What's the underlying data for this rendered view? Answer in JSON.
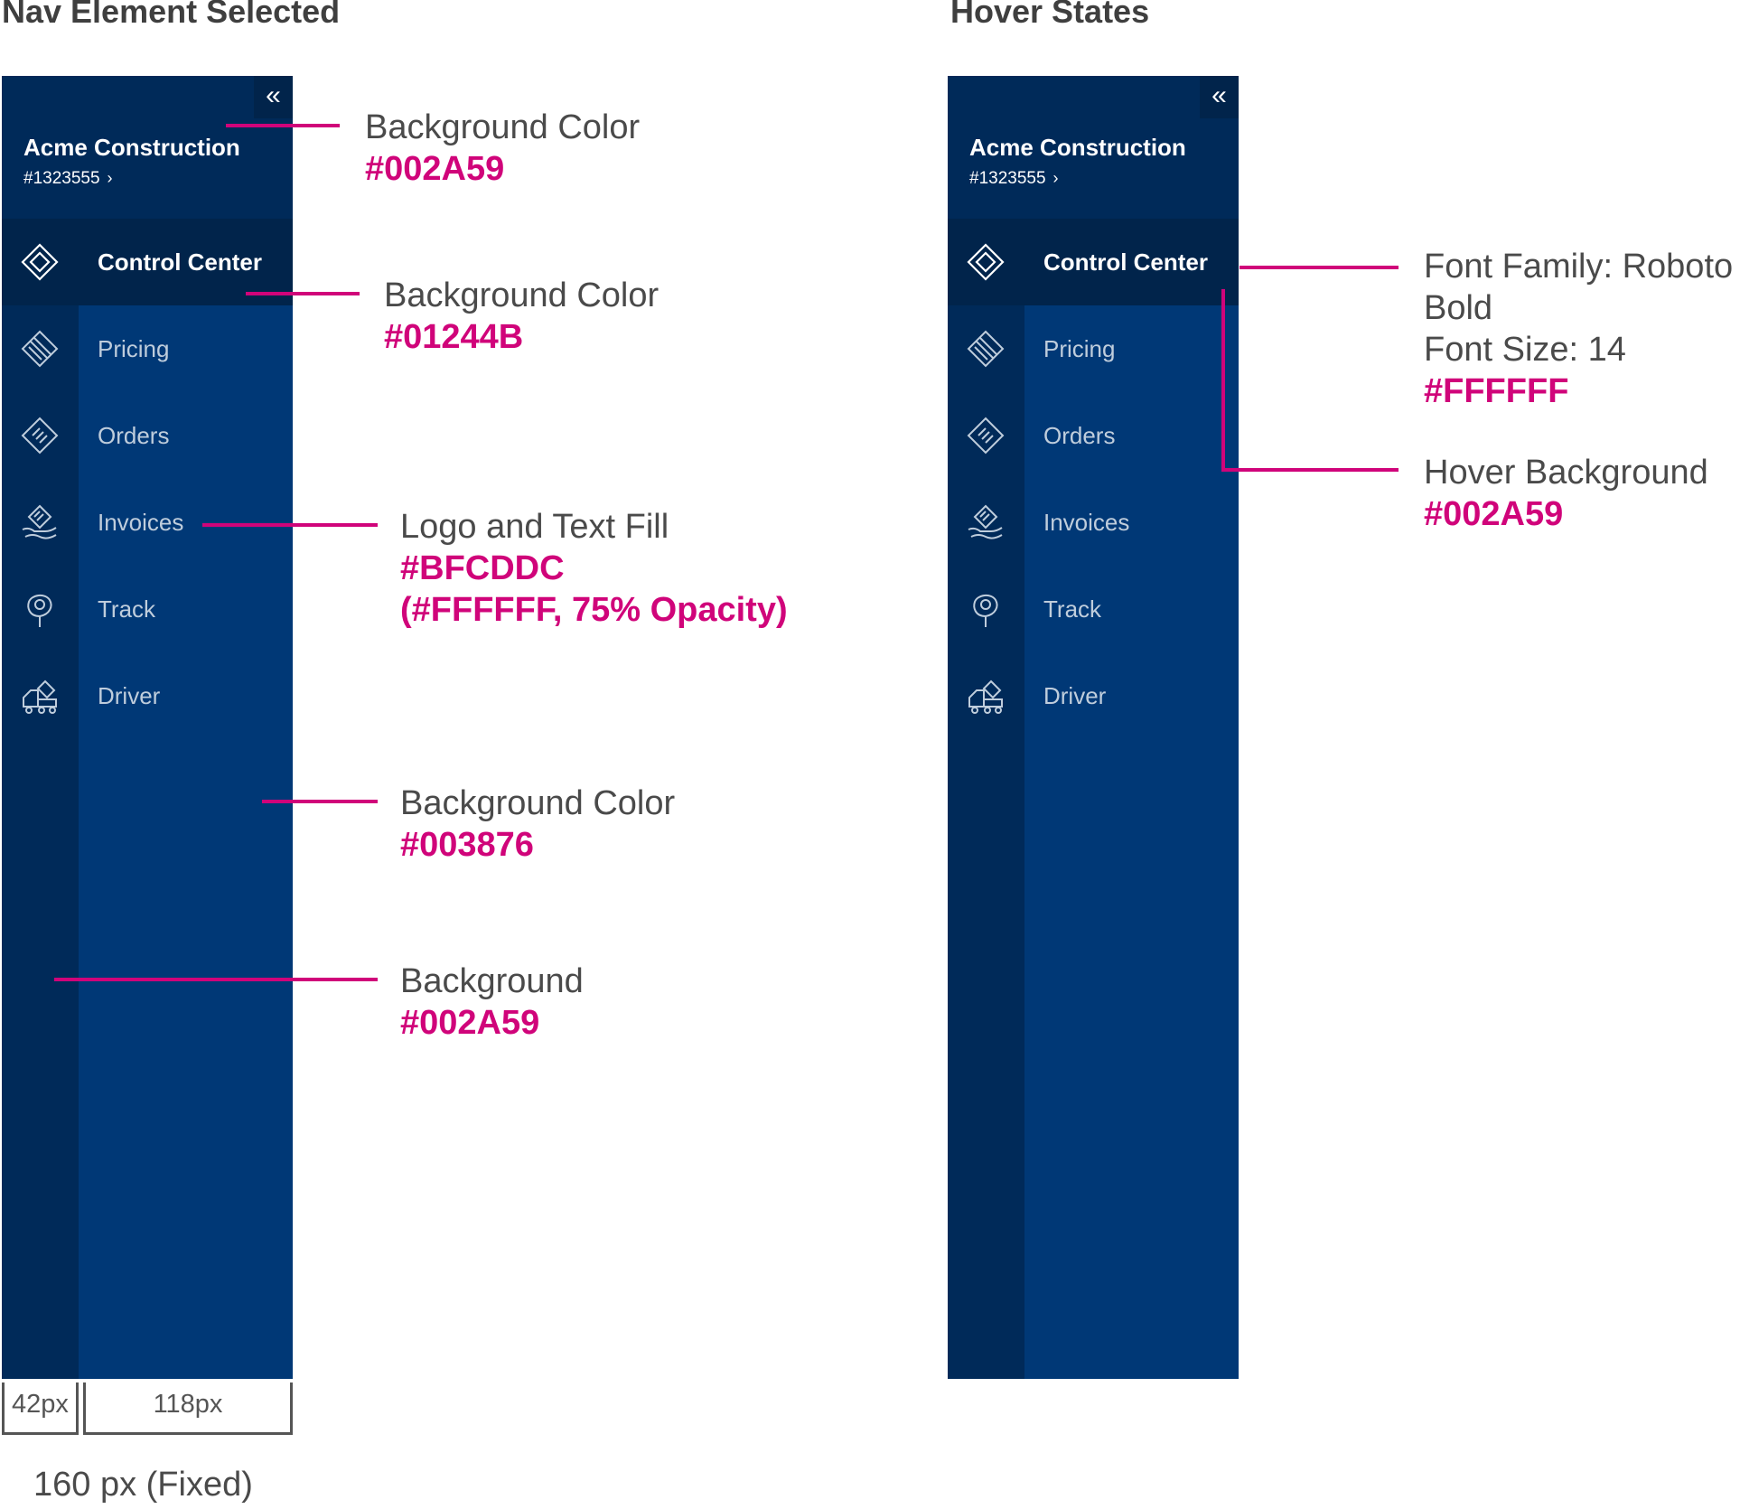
{
  "sections": {
    "left_title": "Nav Element Selected",
    "right_title": "Hover States"
  },
  "colors": {
    "header_bg": "#002A59",
    "selected_bg": "#01244B",
    "main_bg": "#003876",
    "rail_bg": "#002A59",
    "text_fill": "#BFCDDC",
    "accent": "#D0047A"
  },
  "nav": {
    "collapse_icon": "«",
    "company": "Acme Construction",
    "account": "#1323555",
    "account_chevron": "›",
    "items": [
      {
        "label": "Control Center",
        "icon": "control-center-icon"
      },
      {
        "label": "Pricing",
        "icon": "pricing-icon"
      },
      {
        "label": "Orders",
        "icon": "orders-icon"
      },
      {
        "label": "Invoices",
        "icon": "invoices-icon"
      },
      {
        "label": "Track",
        "icon": "track-icon"
      },
      {
        "label": "Driver",
        "icon": "driver-icon"
      }
    ]
  },
  "annotations": {
    "left": [
      {
        "label": "Background Color",
        "value": "#002A59"
      },
      {
        "label": "Background Color",
        "value": "#01244B"
      },
      {
        "label": "Logo and Text Fill",
        "value": "#BFCDDC",
        "value2": "(#FFFFFF, 75% Opacity)"
      },
      {
        "label": "Background Color",
        "value": "#003876"
      },
      {
        "label": "Background",
        "value": "#002A59"
      }
    ],
    "right": [
      {
        "line1": "Font Family: Roboto",
        "line2": "Bold",
        "line3": "Font Size: 14",
        "value": "#FFFFFF"
      },
      {
        "label": "Hover Background",
        "value": "#002A59"
      }
    ]
  },
  "dimensions": {
    "rail": "42px",
    "main": "118px",
    "total": "160 px (Fixed)"
  }
}
